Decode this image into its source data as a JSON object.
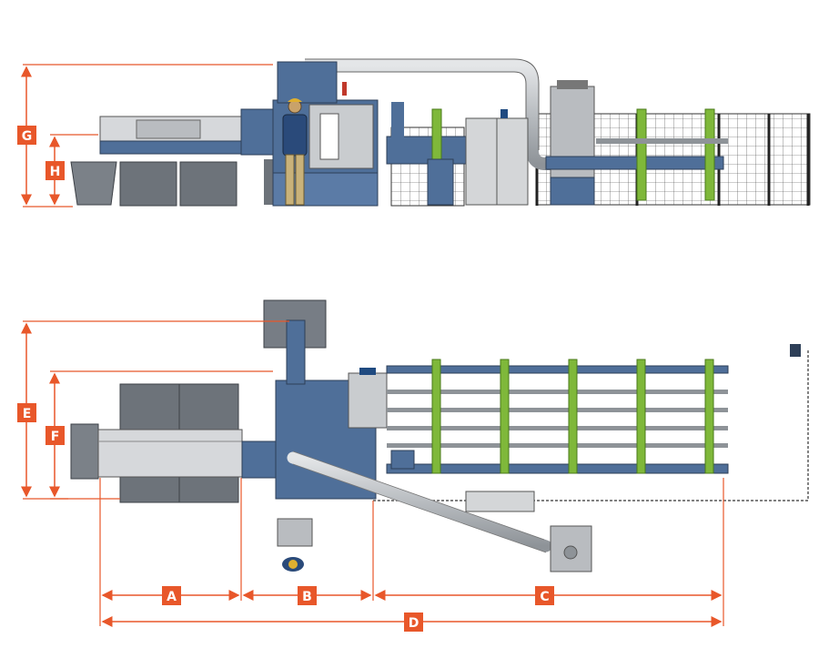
{
  "colors": {
    "dimension": "#e8572a",
    "machine_blue": "#4f6f99",
    "machine_dark": "#2e3f58",
    "panel_gray": "#777d85",
    "light_gray": "#c9cccf",
    "green": "#7fb83a",
    "fence": "#3a3a3a"
  },
  "dimensions": {
    "side_view": [
      {
        "key": "G",
        "label": "G"
      },
      {
        "key": "H",
        "label": "H"
      }
    ],
    "top_view": [
      {
        "key": "E",
        "label": "E"
      },
      {
        "key": "F",
        "label": "F"
      },
      {
        "key": "A",
        "label": "A"
      },
      {
        "key": "B",
        "label": "B"
      },
      {
        "key": "C",
        "label": "C"
      },
      {
        "key": "D",
        "label": "D"
      }
    ]
  },
  "icons": {
    "operator": "operator-figure-icon",
    "fence": "safety-fence-icon"
  }
}
